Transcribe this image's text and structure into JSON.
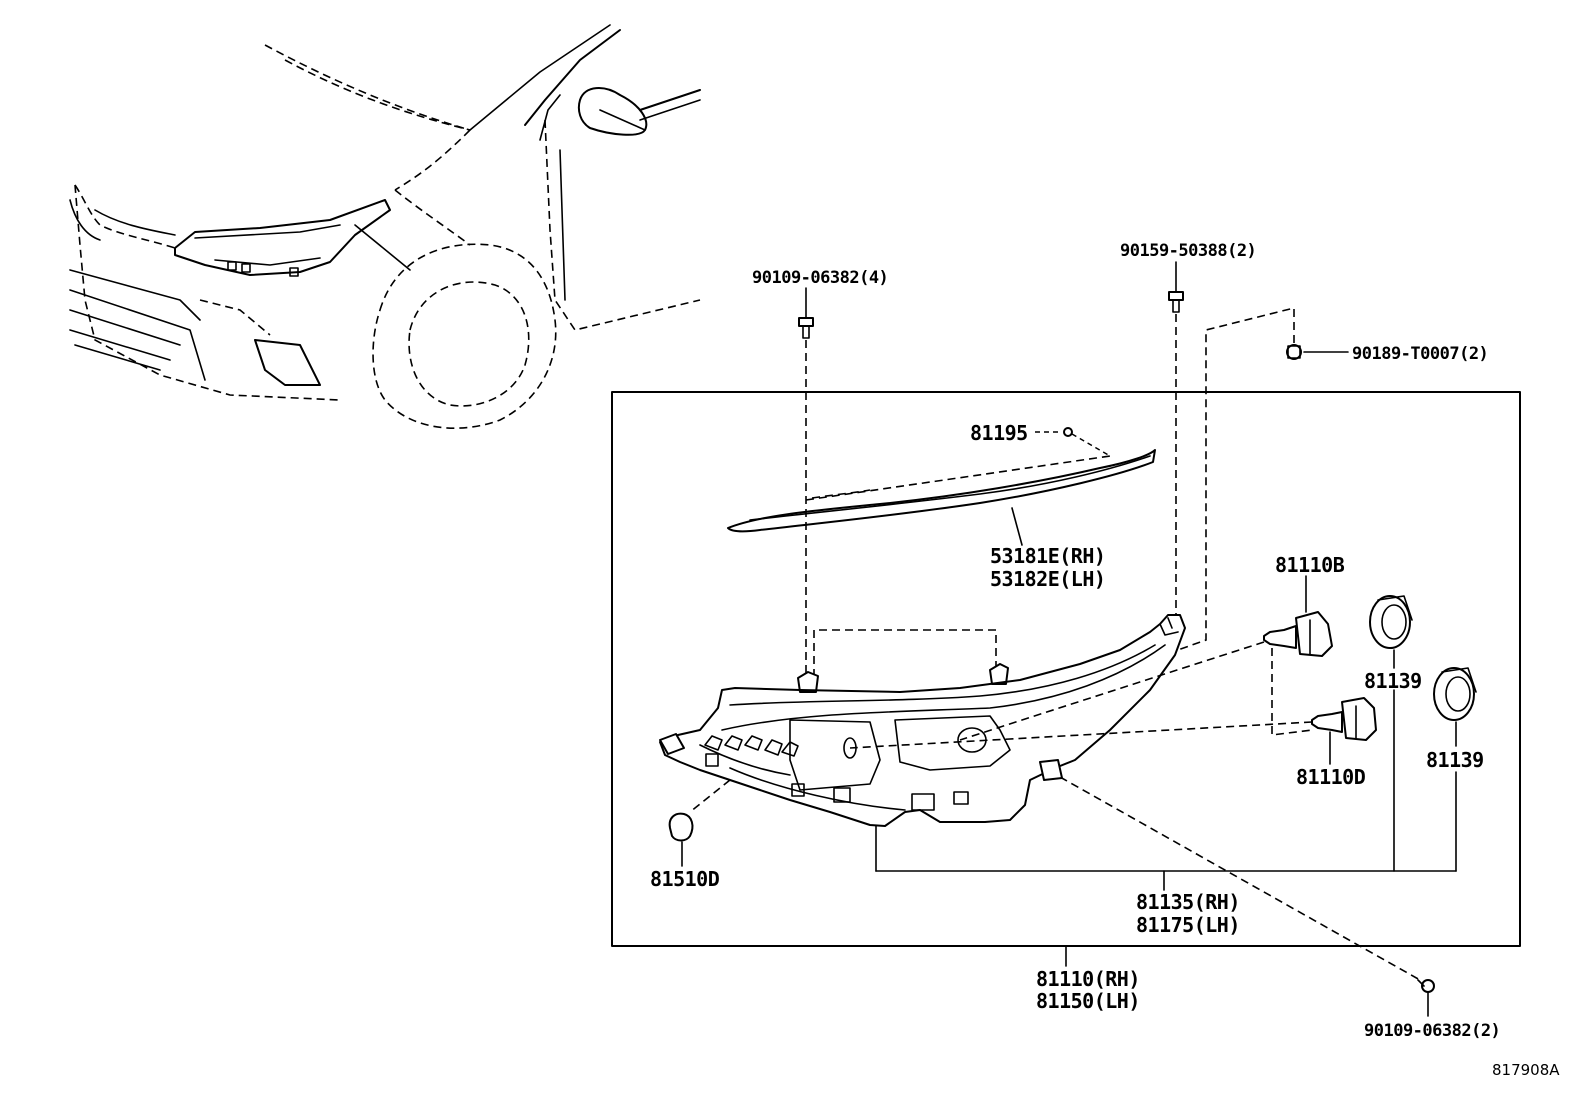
{
  "labels": {
    "bolt_top_left": "90109-06382(4)",
    "bolt_top_right": "90159-50388(2)",
    "clip_right": "90189-T0007(2)",
    "screw_small": "81195",
    "cover_rh": "53181E(RH)",
    "cover_lh": "53182E(LH)",
    "bulb_b": "81110B",
    "bulb_d": "81110D",
    "cap_1": "81139",
    "cap_2": "81139",
    "socket": "81510D",
    "unit_rh": "81135(RH)",
    "unit_lh": "81175(LH)",
    "assy_rh": "81110(RH)",
    "assy_lh": "81150(LH)",
    "bolt_bottom": "90109-06382(2)"
  },
  "figure_ref": "817908A"
}
